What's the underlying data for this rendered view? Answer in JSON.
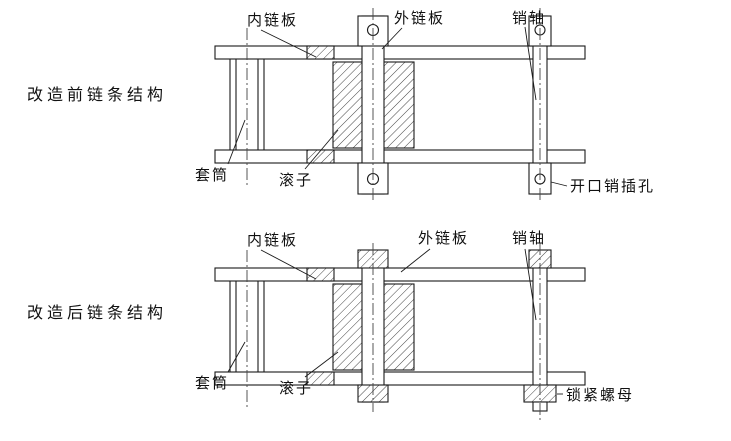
{
  "colors": {
    "background": "#ffffff",
    "line": "#1a1a1a"
  },
  "before": {
    "side_label": "改造前链条结构",
    "labels": {
      "inner_plate": "内链板",
      "outer_plate": "外链板",
      "pin": "销轴",
      "bushing": "套筒",
      "roller": "滚子",
      "pin_hole": "开口销插孔"
    }
  },
  "after": {
    "side_label": "改造后链条结构",
    "labels": {
      "inner_plate": "内链板",
      "outer_plate": "外链板",
      "pin": "销轴",
      "bushing": "套筒",
      "roller": "滚子",
      "lock_nut": "锁紧螺母"
    }
  }
}
